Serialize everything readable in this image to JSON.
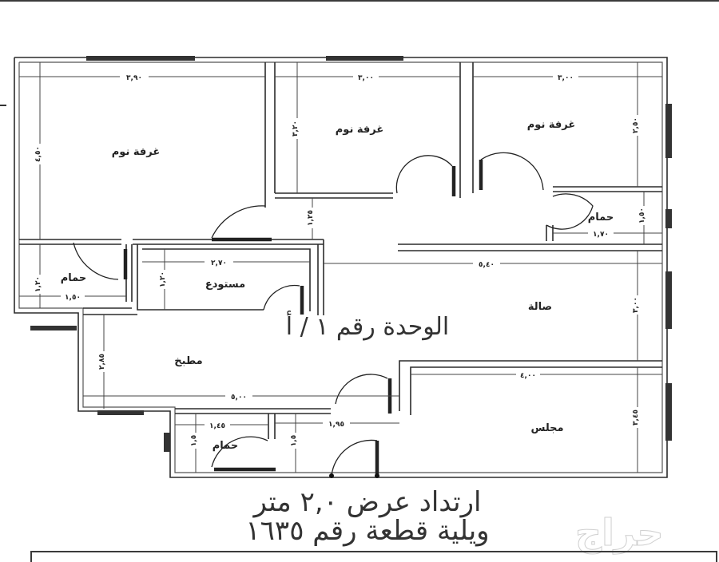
{
  "plan": {
    "unit_title": "الوحدة رقم ١ / أ",
    "rooms": {
      "bedroom_1": "غرفة نوم",
      "bedroom_2": "غرفة نوم",
      "bedroom_3": "غرفة نوم",
      "bath_right": "حمام",
      "bath_left": "حمام",
      "bath_bottom": "حمام",
      "storage": "مستودع",
      "kitchen": "مطبخ",
      "hall": "صالة",
      "majlis": "مجلس"
    },
    "dimensions": {
      "bedroom_1_width": "٣,٩٠",
      "bedroom_1_depth": "٤,٥٠",
      "bedroom_2_width": "٣,٠٠",
      "bedroom_2_depth": "٣,٢٠",
      "bedroom_3_width": "٣,٠٠",
      "bedroom_3_depth": "٢,٥٠",
      "corridor_depth": "١,٢٥",
      "bath_right_width": "١,٧٠",
      "bath_right_depth": "١,٥٠",
      "hall_width": "٥,٤٠",
      "hall_depth": "٣,٠٠",
      "storage_width": "٢,٧٠",
      "storage_depth": "١,٢٠",
      "bath_left_width": "١,٥٠",
      "bath_left_depth": "١,٢٠",
      "kitchen_width": "٥,٠٠",
      "kitchen_depth": "٢,٨٥",
      "majlis_width": "٤,٠٠",
      "majlis_depth": "٣,٤٥",
      "bath_bottom_width": "١,٤٥",
      "bath_bottom_depth": "١,٥",
      "entry_width": "١,٩٥",
      "entry_depth": "١,٥"
    }
  },
  "caption": {
    "line1": "ارتداد عرض ٢,٠ متر",
    "line2": "ويلية قطعة رقم ١٦٣٥"
  },
  "watermark": "حراج"
}
